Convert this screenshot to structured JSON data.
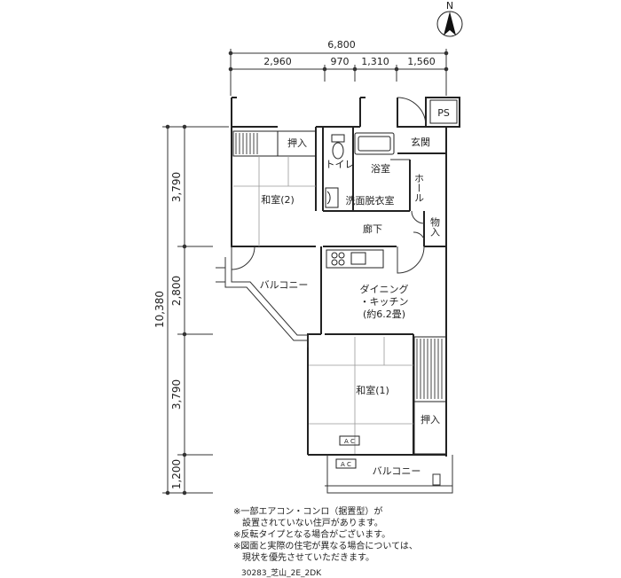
{
  "compass": {
    "label": "N"
  },
  "dimensions": {
    "total_width": "6,800",
    "width_segments": [
      "2,960",
      "970",
      "1,310",
      "1,560"
    ],
    "total_depth": "10,380",
    "depth_segments": [
      "3,790",
      "2,800",
      "3,790",
      "1,200"
    ]
  },
  "rooms": {
    "ps": "PS",
    "closet_top": "押入",
    "toilet": "トイレ",
    "bath": "浴室",
    "entrance": "玄関",
    "hall": "ホール",
    "washroom": "洗面脱衣室",
    "japanese_room_2": "和室(2)",
    "corridor": "廊下",
    "storage": "物入",
    "balcony_side": "バルコニー",
    "dk_line1": "ダイニング",
    "dk_line2": "・キッチン",
    "dk_line3": "(約6.2畳)",
    "japanese_room_1": "和室(1)",
    "closet_bottom": "押入",
    "ac_inner": "A C",
    "ac_outer": "A C",
    "balcony_bottom": "バルコニー"
  },
  "notes": [
    "※一部エアコン・コンロ（据置型）が",
    "　設置されていない住戸があります。",
    "※反転タイプとなる場合がございます。",
    "※図面と実際の住宅が異なる場合については、",
    "　現状を優先させていただきます。"
  ],
  "plan_code": "30283_芝山_2E_2DK"
}
